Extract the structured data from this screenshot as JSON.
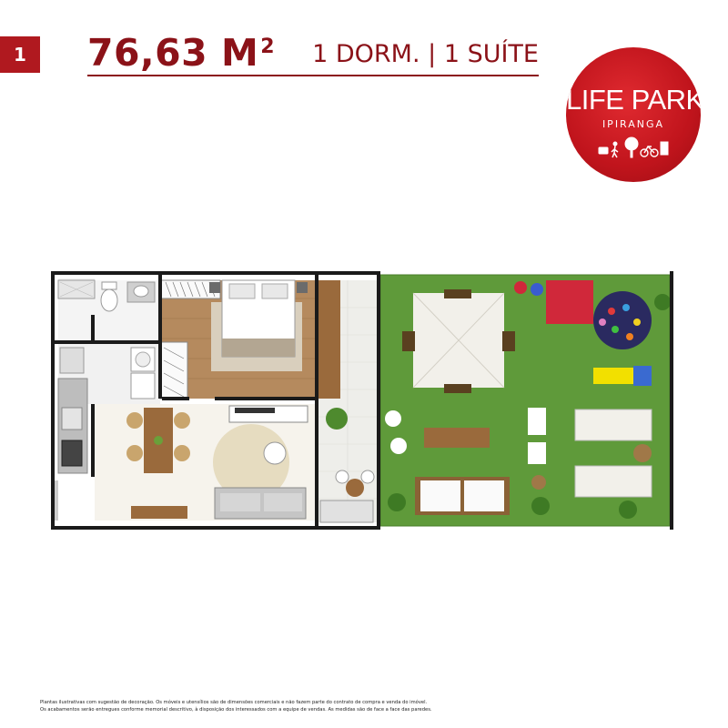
{
  "unit_badge": "1",
  "area": "76,63 M",
  "area_unit_sup": "2",
  "rooms": "1 DORM. | 1 SUÍTE",
  "logo": {
    "title": "LIFE PARK",
    "subtitle": "IPIRANGA"
  },
  "colors": {
    "brand_red": "#b0191f",
    "dark_red": "#8b1218",
    "lawn": "#5f9a3a",
    "wood": "#9a6a3c"
  },
  "disclaimer": {
    "line1": "Plantas ilustrativas com sugestão de decoração. Os móveis e utensílios são de dimensões comerciais e não fazem parte do contrato de compra e venda do imóvel.",
    "line2": "Os acabamentos serão entregues conforme memorial descritivo, à disposição dos interessados com a equipe de vendas. As medidas são de face a face das paredes."
  }
}
